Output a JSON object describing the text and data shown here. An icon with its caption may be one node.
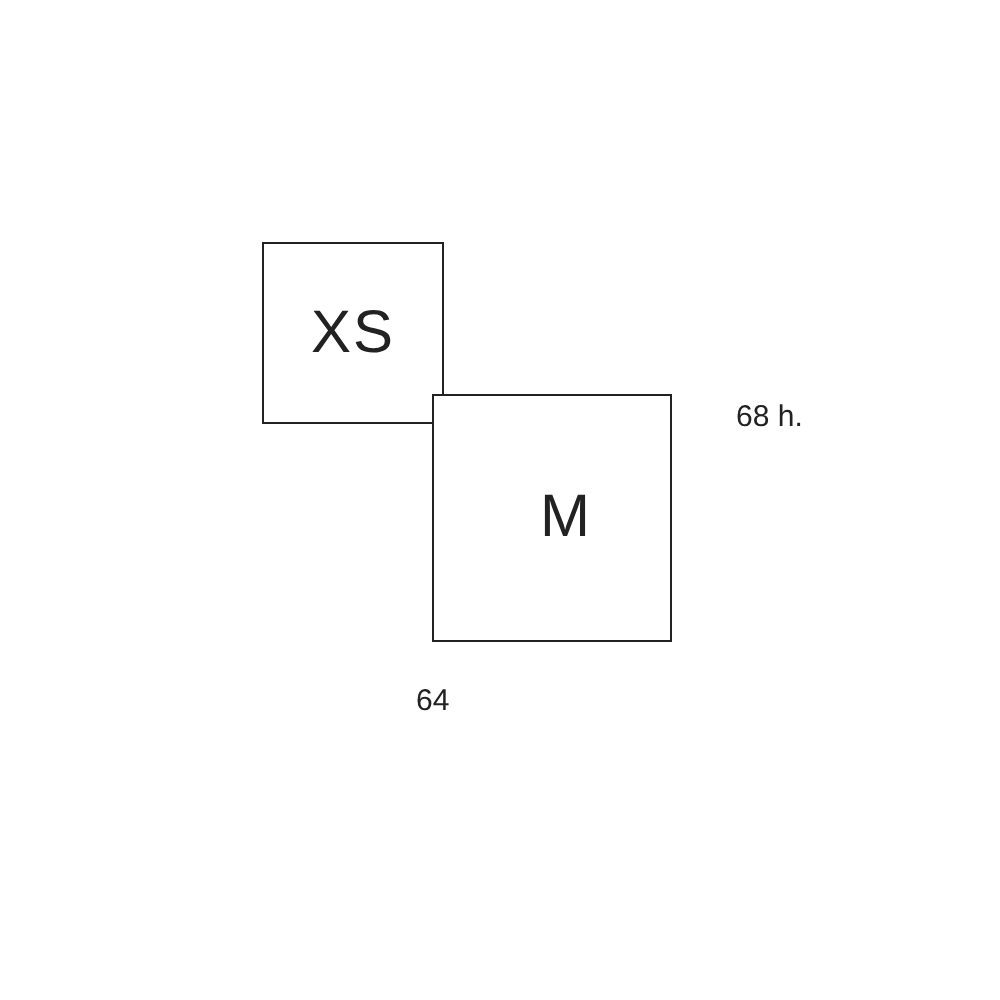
{
  "diagram": {
    "nodes": [
      {
        "text": [
          "XS"
        ]
      },
      {
        "text": [
          "M"
        ]
      }
    ],
    "labels": [
      "68 h.",
      "64"
    ]
  }
}
